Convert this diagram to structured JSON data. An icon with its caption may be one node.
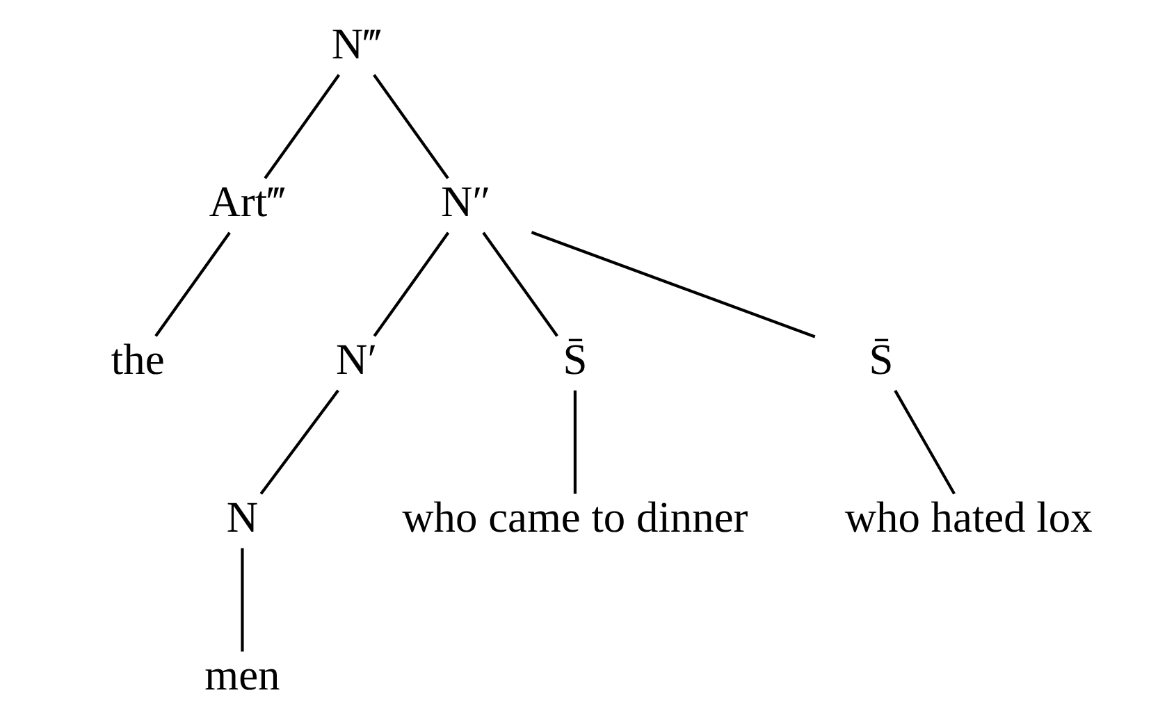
{
  "diagram": {
    "nodes": [
      {
        "text": [
          "N‴"
        ]
      },
      {
        "text": [
          "Art‴"
        ]
      },
      {
        "text": [
          "N″"
        ]
      },
      {
        "text": [
          "the"
        ]
      },
      {
        "text": [
          "N′"
        ]
      },
      {
        "text": [
          "S̄"
        ]
      },
      {
        "text": [
          "S̄"
        ]
      },
      {
        "text": [
          "N"
        ]
      },
      {
        "text": [
          "who came to dinner"
        ]
      },
      {
        "text": [
          "who hated lox"
        ]
      },
      {
        "text": [
          "men"
        ]
      }
    ],
    "edges": [
      {
        "from": 0,
        "to": 1,
        "arrow": "none"
      },
      {
        "from": 0,
        "to": 2,
        "arrow": "none"
      },
      {
        "from": 1,
        "to": 3,
        "arrow": "none"
      },
      {
        "from": 2,
        "to": 4,
        "arrow": "none"
      },
      {
        "from": 2,
        "to": 5,
        "arrow": "none"
      },
      {
        "from": 2,
        "to": 6,
        "arrow": "none"
      },
      {
        "from": 4,
        "to": 7,
        "arrow": "none"
      },
      {
        "from": 5,
        "to": 8,
        "arrow": "none"
      },
      {
        "from": 6,
        "to": 9,
        "arrow": "none"
      },
      {
        "from": 7,
        "to": 10,
        "arrow": "none"
      }
    ]
  }
}
